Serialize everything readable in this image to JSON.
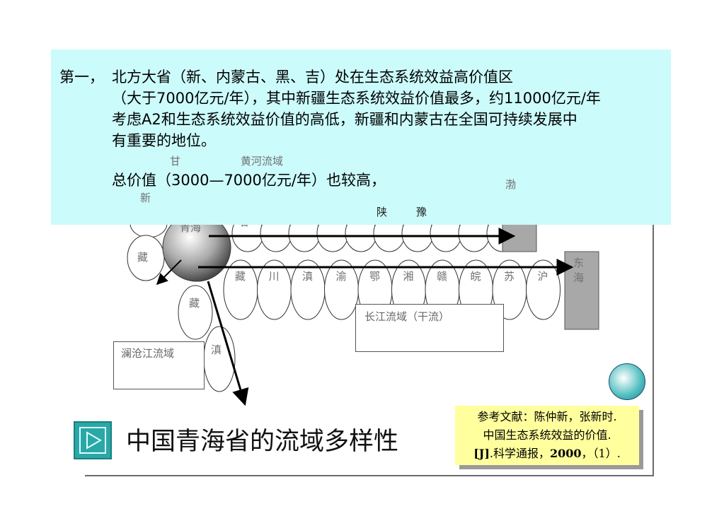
{
  "overlay": {
    "lead": "第一，",
    "line1": "北方大省（新、内蒙古、黑、吉）处在生态系统效益高价值区",
    "line2": "（大于7000亿元/年），其中新疆生态系统效益价值最多，约11000亿元/年",
    "line3": "考虑A2和生态系统效益价值的高低，新疆和内蒙古在全国可持续发展中",
    "line4": "有重要的地位。",
    "line5": "总价值（3000—7000亿元/年）也较高，",
    "peek_gan": "甘",
    "peek_huanghe": "黄河流域",
    "peek_xin": "新",
    "peek_bo": "渤",
    "peek_shan": "陕",
    "peek_yu": "豫"
  },
  "diagram": {
    "qinghai": "青海",
    "gan": "甘",
    "zang_left": "藏",
    "zang_lower": "藏",
    "dian_lower": "滇",
    "yangtze_provinces": [
      "藏",
      "川",
      "滇",
      "渝",
      "鄂",
      "湘",
      "赣",
      "皖",
      "苏",
      "沪"
    ],
    "donghai": "东\n海",
    "yangtze_box": "长江流域（干流）",
    "lancang_box": "澜沧江流域"
  },
  "title": "中国青海省的流域多样性",
  "reference": {
    "line1": "参考文献：陈仲新，张新时.",
    "line2": "中国生态系统效益的价值.",
    "line3_a": "[J]",
    "line3_b": ".科学通报，",
    "line3_c": "2000",
    "line3_d": "，（1）."
  },
  "colors": {
    "overlay_bg": "#ccfbfb",
    "reference_bg": "#ffff9e",
    "button_teal": "#2aa7a7"
  }
}
